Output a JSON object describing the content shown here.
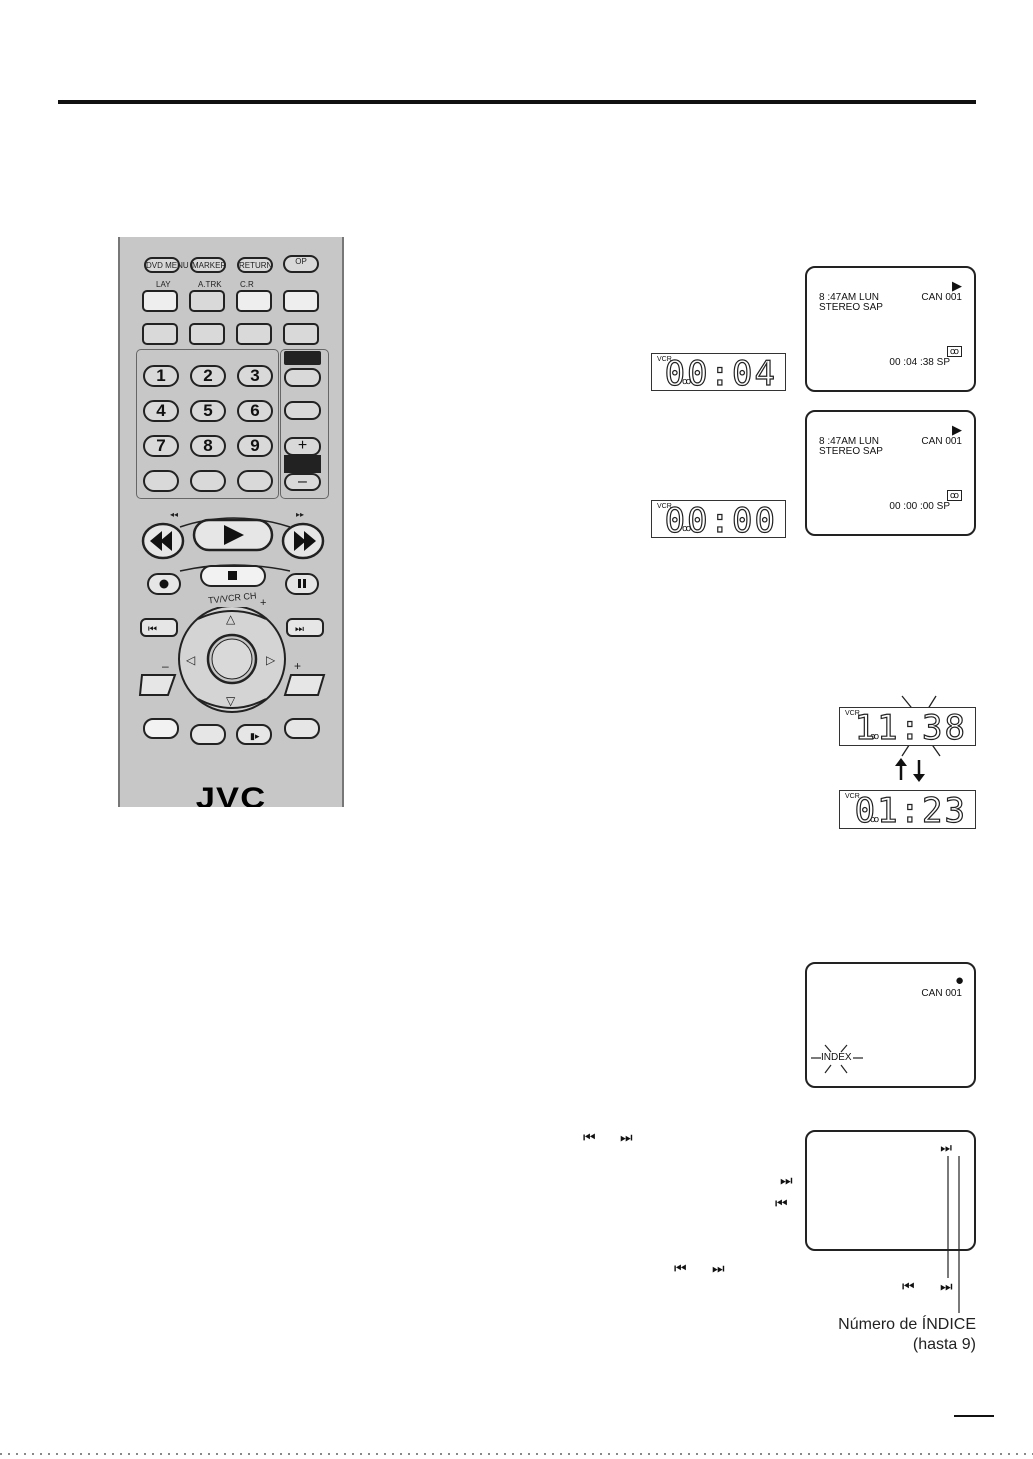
{
  "remote": {
    "top_buttons": [
      "DVD MENU",
      "MARKER",
      "RETURN",
      "OP"
    ],
    "row2_labels": [
      "LAY",
      "A.TRK",
      "C.R"
    ],
    "numbers": [
      "1",
      "2",
      "3",
      "4",
      "5",
      "6",
      "7",
      "8",
      "9"
    ],
    "vol_plus": "+",
    "vol_minus": "–",
    "tvvcr_label": "TV/VCR CH",
    "ch_plus": "+",
    "side_minus": "–",
    "side_plus": "+",
    "brand": "JVC"
  },
  "vcr_displays": [
    {
      "label": "VCR",
      "time": "00:04"
    },
    {
      "label": "VCR",
      "time": "00:00"
    },
    {
      "label": "VCR",
      "time": "11:38"
    },
    {
      "label": "VCR",
      "time": "01:23"
    }
  ],
  "tv_screens": [
    {
      "time": "8 :47AM  LUN",
      "channel": "CAN  001",
      "audio": "STEREO SAP",
      "counter": "00 :04 :38  SP"
    },
    {
      "time": "8 :47AM  LUN",
      "channel": "CAN  001",
      "audio": "STEREO SAP",
      "counter": "00 :00 :00  SP"
    },
    {
      "channel": "CAN  001",
      "index": "INDEX"
    }
  ],
  "caption": {
    "line1": "Número de ÍNDICE",
    "line2": "(hasta 9)"
  }
}
